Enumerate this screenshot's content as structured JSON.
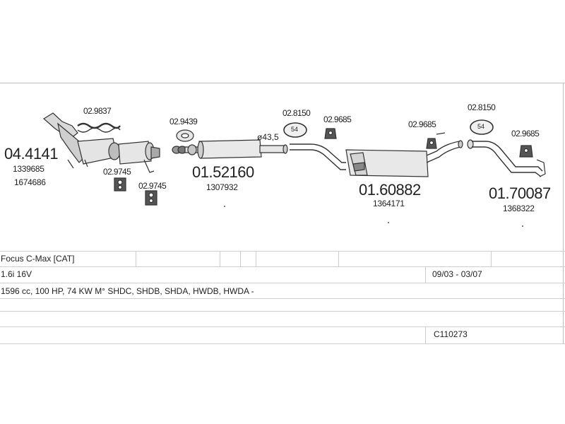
{
  "parts": {
    "p1_main": "04.4141",
    "p1_ref_a": "1339685",
    "p1_ref_b": "1674686",
    "p1_clamp": "02.9837",
    "p1_hanger_a": "02.9745",
    "p1_hanger_b": "02.9745",
    "p2_gasket": "02.9439",
    "p2_main": "01.52160",
    "p2_ref": "1307932",
    "dim_label": "ø43,5",
    "p3_ring": "02.8150",
    "p3_ring_badge": "54",
    "p3_hanger_a": "02.9685",
    "p3_hanger_b": "02.9685",
    "p3_main": "01.60882",
    "p3_ref": "1364171",
    "p4_ring": "02.8150",
    "p4_ring_badge": "54",
    "p4_hanger": "02.9685",
    "p4_main": "01.70087",
    "p4_ref": "1368322"
  },
  "table": {
    "model": "Focus C-Max  [CAT]",
    "engine": "1.6i 16V",
    "date_range": "09/03 - 03/07",
    "spec": "1596 cc, 100 HP, 74 KW M° SHDC, SHDB, SHDA, HWDB, HWDA -",
    "catalog_no": "C110273"
  }
}
